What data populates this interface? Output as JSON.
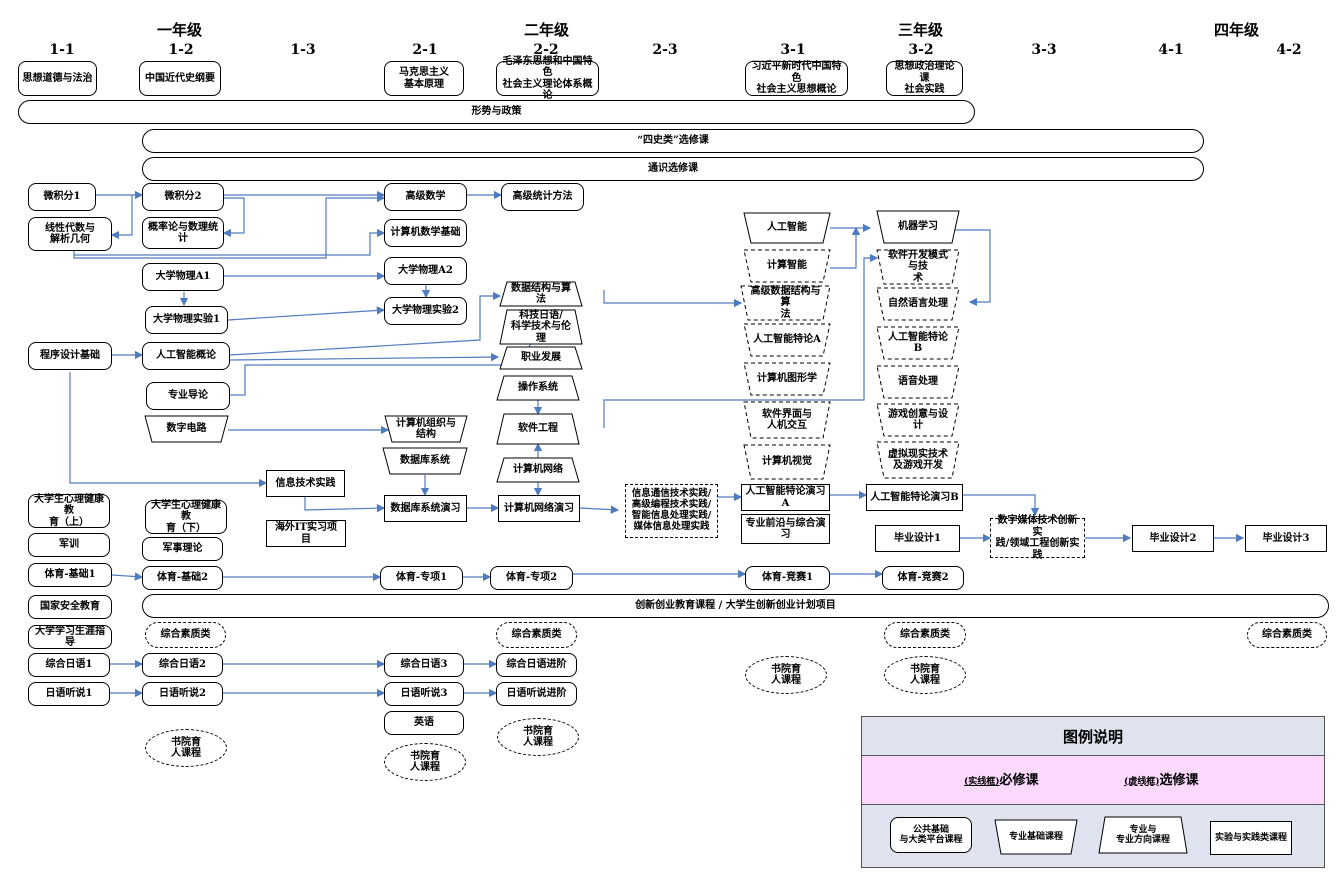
{
  "years": [
    "一年级",
    "二年级",
    "三年级",
    "四年级"
  ],
  "terms": [
    "1-1",
    "1-2",
    "1-3",
    "2-1",
    "2-2",
    "2-3",
    "3-1",
    "3-2",
    "3-3",
    "4-1",
    "4-2"
  ],
  "courses": {
    "c1": "思想道德与法治",
    "c2": "中国近代史纲要",
    "c3": "马克思主义\n基本原理",
    "c4": "毛泽东思想和中国特色\n社会主义理论体系概论",
    "c5": "习近平新时代中国特色\n社会主义思想概论",
    "c6": "思想政治理论课\n社会实践",
    "c7": "形势与政策",
    "c8": "“四史类”选修课",
    "c9": "通识选修课",
    "c10": "微积分1",
    "c11": "微积分2",
    "c12": "高级数学",
    "c13": "高级统计方法",
    "c14": "线性代数与\n解析几何",
    "c15": "概率论与数理统计",
    "c16": "计算机数学基础",
    "c17": "大学物理A1",
    "c18": "大学物理A2",
    "c19": "大学物理实验1",
    "c20": "大学物理实验2",
    "c21": "程序设计基础",
    "c22": "人工智能概论",
    "c23": "专业导论",
    "c24": "数字电路",
    "c25": "计算机组织与结构",
    "c26": "数据库系统",
    "c27": "信息技术实践",
    "c28": "海外IT实习项目",
    "c29": "数据库系统演习",
    "c30": "数据结构与算法",
    "c31": "科技日语/\n科学技术与伦理",
    "c32": "职业发展",
    "c33": "操作系统",
    "c34": "软件工程",
    "c35": "计算机网络",
    "c36": "计算机网络演习",
    "c37": "信息通信技术实践/\n高级编程技术实践/\n智能信息处理实践/\n媒体信息处理实践",
    "c38": "人工智能",
    "c39": "计算智能",
    "c40": "高级数据结构与算\n法",
    "c41": "人工智能特论A",
    "c42": "计算机图形学",
    "c43": "软件界面与\n人机交互",
    "c44": "计算机视觉",
    "c45": "人工智能特论演习A",
    "c46": "专业前沿与综合演\n习",
    "c47": "机器学习",
    "c48": "软件开发模式与技\n术",
    "c49": "自然语言处理",
    "c50": "人工智能特论B",
    "c51": "语音处理",
    "c52": "游戏创意与设计",
    "c53": "虚拟现实技术\n及游戏开发",
    "c54": "人工智能特论演习B",
    "c55": "毕业设计1",
    "c56": "数字媒体技术创新实\n践/领域工程创新实践",
    "c57": "毕业设计2",
    "c58": "毕业设计3",
    "c59": "大学生心理健康教\n育（上）",
    "c60": "大学生心理健康教\n育（下）",
    "c61": "军训",
    "c62": "军事理论",
    "c63": "体育-基础1",
    "c64": "体育-基础2",
    "c65": "体育-专项1",
    "c66": "体育-专项2",
    "c67": "体育-竞赛1",
    "c68": "体育-竞赛2",
    "c69": "国家安全教育",
    "c70": "创新创业教育课程 / 大学生创新创业计划项目",
    "c71": "大学学习生涯指导",
    "c72": "综合素质类",
    "c73": "综合日语1",
    "c74": "综合日语2",
    "c75": "综合日语3",
    "c76": "综合日语进阶",
    "c77": "日语听说1",
    "c78": "日语听说2",
    "c79": "日语听说3",
    "c80": "日语听说进阶",
    "c81": "英语",
    "c82": "书院育\n人课程"
  },
  "legend": {
    "title": "图例说明",
    "solid_tag": "(实线框)",
    "solid_label": "必修课",
    "dashed_tag": "(虚线框)",
    "dashed_label": "选修课",
    "shape1": "公共基础\n与大类平台课程",
    "shape2": "专业基础课程",
    "shape3": "专业与\n专业方向课程",
    "shape4": "实验与实践类课程"
  },
  "colors": {
    "arrow": "#4f7bbf",
    "legend_bg": "#dfe3f0",
    "legend_band": "#fcd9fc"
  }
}
